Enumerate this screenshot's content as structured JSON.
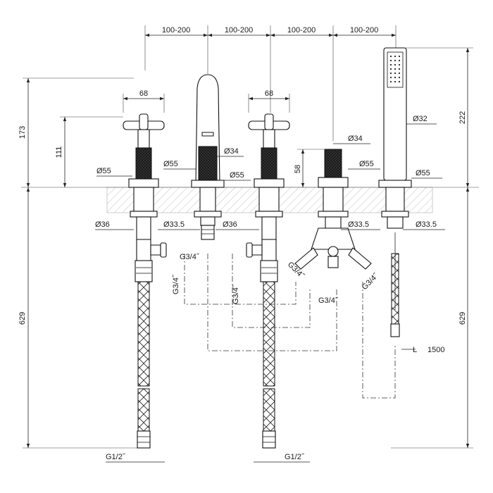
{
  "spacing": [
    "100-200",
    "100-200",
    "100-200",
    "100-200"
  ],
  "heights": {
    "left_top": "173",
    "left_handle": "111",
    "left_bottom": "629",
    "right_top": "222",
    "right_bottom": "629",
    "diverter_h": "58"
  },
  "widths": {
    "handle1": "68",
    "handle2": "68"
  },
  "diameters": {
    "d55_1": "Ø55",
    "d55_2": "Ø55",
    "d34_1": "Ø34",
    "d55_3": "Ø55",
    "d34_2": "Ø34",
    "d55_4": "Ø55",
    "d32": "Ø32",
    "d55_5": "Ø55",
    "d36_1": "Ø36",
    "d33_1": "Ø33.5",
    "d36_2": "Ø36",
    "d33_2": "Ø33.5",
    "d33_3": "Ø33.5"
  },
  "threads": {
    "t1": "G3/4˝",
    "t2": "G3/4˝",
    "t3": "G3/4˝",
    "t4": "G3/4˝",
    "t5": "G3/4˝",
    "t6": "G3/4˝",
    "g12_1": "G1/2˝",
    "g12_2": "G1/2˝"
  },
  "hose_length": {
    "label": "L",
    "value": "1500"
  }
}
